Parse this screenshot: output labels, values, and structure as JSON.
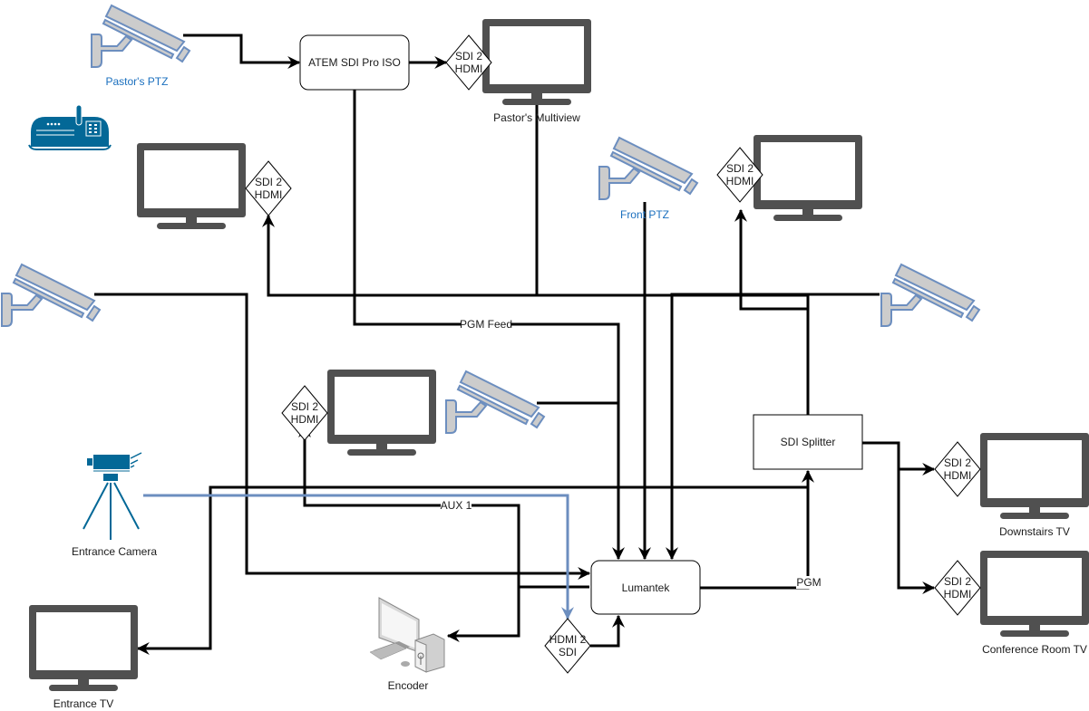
{
  "diagram": {
    "title": "Church AV Signal Flow",
    "colors": {
      "wire": "#000000",
      "wire_hdmi": "#6c8ebf",
      "monitor": "#505050",
      "camera_fill": "#cccccc",
      "camera_stroke": "#6c8ebf",
      "device_blue": "#036897",
      "label_blue": "#1a6fbe"
    },
    "nodes": {
      "atem": {
        "label": "ATEM SDI Pro ISO",
        "type": "switcher"
      },
      "lumantek": {
        "label": "Lumantek",
        "type": "switcher"
      },
      "sdi_splitter": {
        "label": "SDI Splitter",
        "type": "splitter"
      },
      "pastors_ptz": {
        "label": "Pastor's PTZ",
        "type": "ptz-camera"
      },
      "front_ptz": {
        "label": "Front PTZ",
        "type": "ptz-camera"
      },
      "left_camera": {
        "label": "",
        "type": "ptz-camera"
      },
      "right_camera": {
        "label": "",
        "type": "ptz-camera"
      },
      "center_camera": {
        "label": "",
        "type": "ptz-camera"
      },
      "ptz_controller": {
        "label": "",
        "type": "ptz-controller"
      },
      "entrance_camera": {
        "label": "Entrance Camera",
        "type": "video-camera"
      },
      "encoder": {
        "label": "Encoder",
        "type": "computer"
      },
      "pastors_multiview": {
        "label": "Pastor's Multiview",
        "type": "monitor"
      },
      "monitor_upper_left": {
        "label": "",
        "type": "monitor"
      },
      "monitor_upper_right": {
        "label": "",
        "type": "monitor"
      },
      "monitor_center": {
        "label": "",
        "type": "monitor"
      },
      "entrance_tv": {
        "label": "Entrance TV",
        "type": "monitor"
      },
      "downstairs_tv": {
        "label": "Downstairs TV",
        "type": "monitor"
      },
      "conference_room_tv": {
        "label": "Conference Room TV",
        "type": "monitor"
      }
    },
    "converters": {
      "sdi2hdmi_line1": "SDI 2",
      "sdi2hdmi_line2": "HDMI",
      "hdmi2sdi_line1": "HDMI 2",
      "hdmi2sdi_line2": "SDI"
    },
    "edge_labels": {
      "pgm_feed": "PGM Feed",
      "aux1": "AUX 1",
      "pgm": "PGM"
    }
  }
}
